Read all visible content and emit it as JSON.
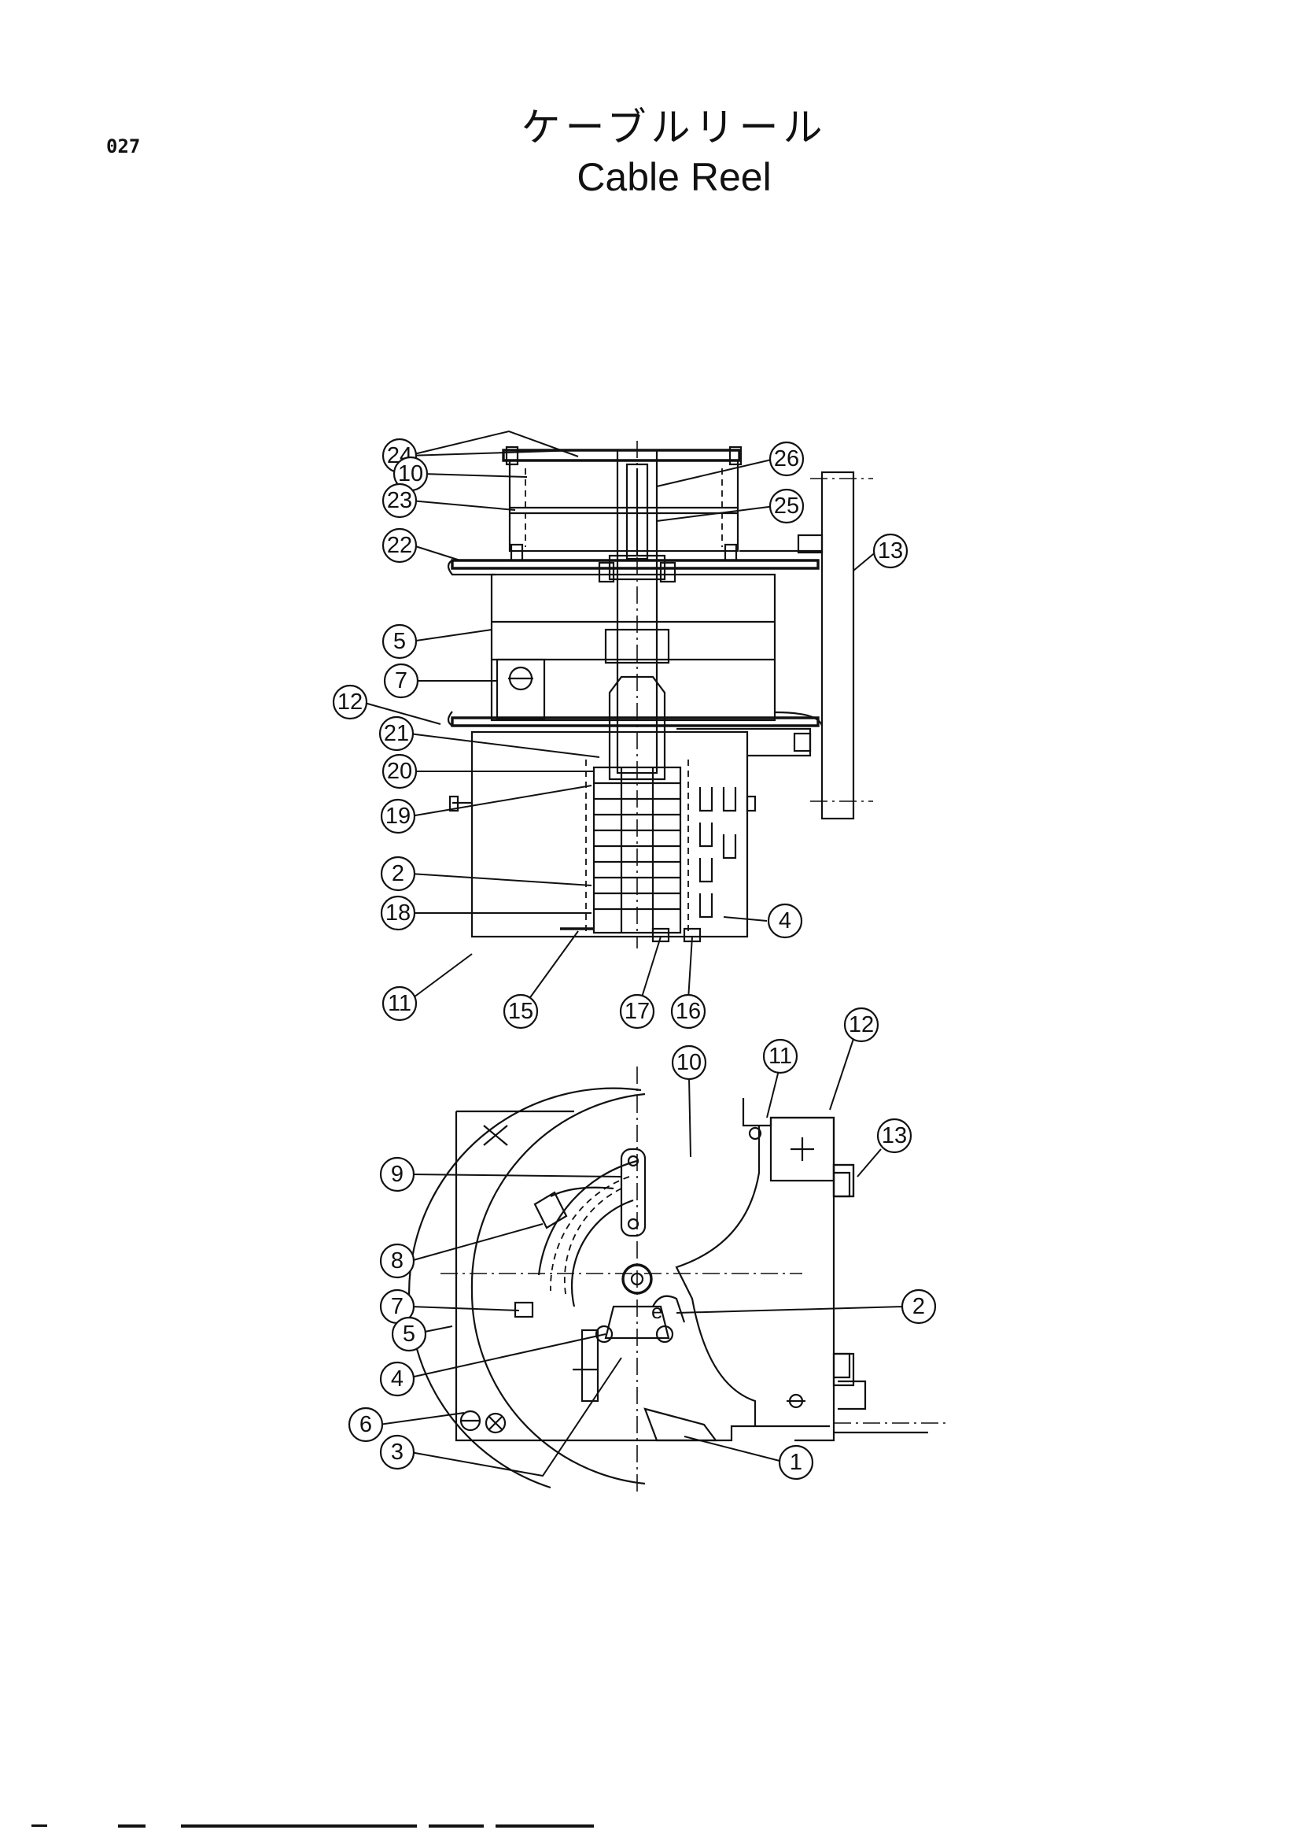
{
  "header": {
    "page_code": "027",
    "title_japanese": "ケーブルリール",
    "title_english": "Cable  Reel"
  },
  "side_view_callouts": [
    "24",
    "10",
    "23",
    "22",
    "5",
    "7",
    "12",
    "21",
    "20",
    "19",
    "2",
    "18",
    "11",
    "15",
    "17",
    "16",
    "4",
    "26",
    "25",
    "13"
  ],
  "front_view_callouts": [
    "9",
    "8",
    "7",
    "5",
    "4",
    "6",
    "3",
    "10",
    "11",
    "12",
    "13",
    "2",
    "1"
  ]
}
